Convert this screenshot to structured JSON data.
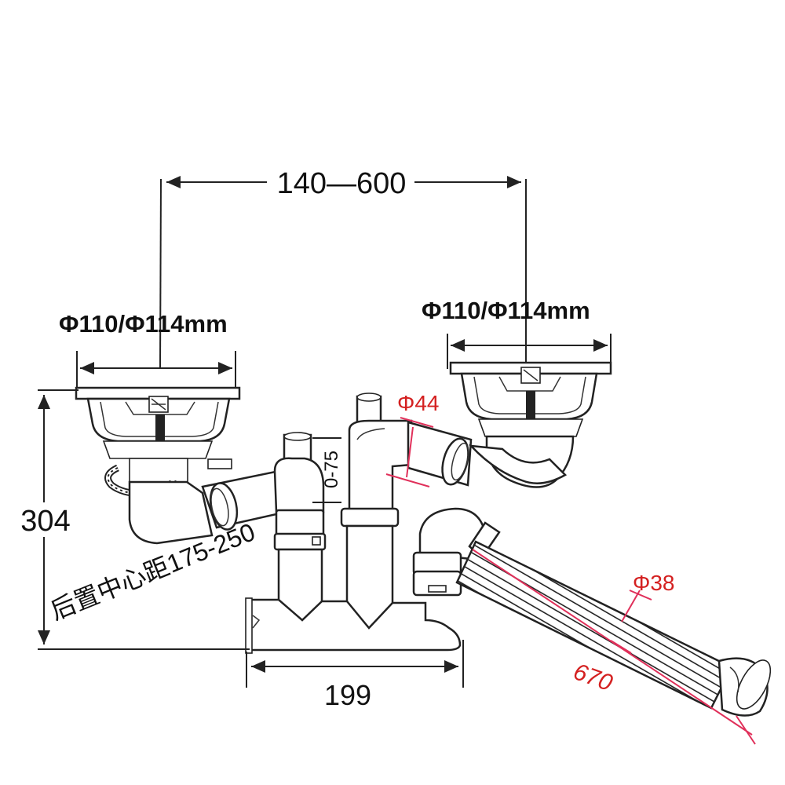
{
  "dimensions": {
    "bowl_spacing": "140—600",
    "left_strainer_diameter": "Φ110/Φ114mm",
    "right_strainer_diameter": "Φ110/Φ114mm",
    "height": "304",
    "rear_center_distance": "后置中心距175-250",
    "trap_width": "199",
    "height_adjust": "0-75",
    "pipe_diameter": "Φ44",
    "hose_diameter": "Φ38",
    "hose_length": "670"
  },
  "colors": {
    "line": "#222222",
    "dimension_red": "#e0305a",
    "label_red": "#d42020"
  }
}
